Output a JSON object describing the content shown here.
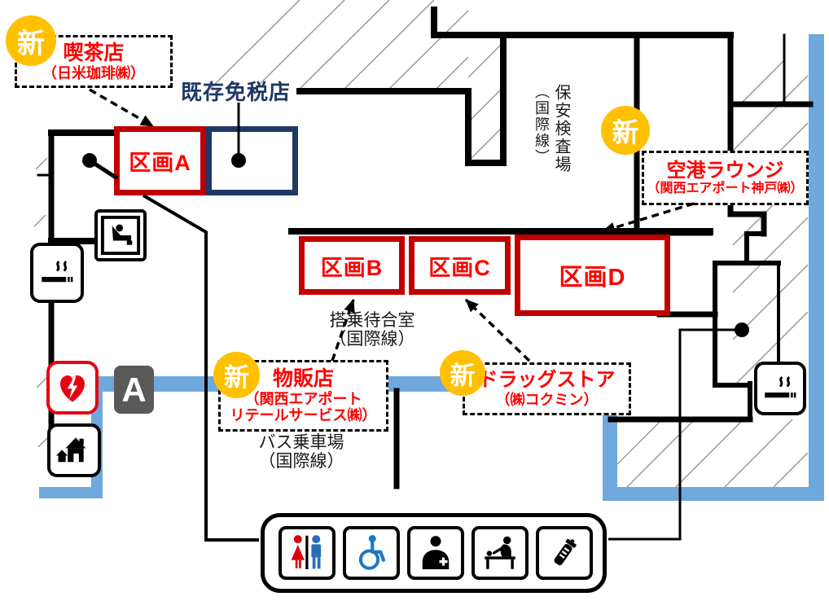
{
  "map": {
    "badge_new": "新",
    "sections": {
      "a": "区画A",
      "b": "区画B",
      "c": "区画C",
      "d": "区画D"
    },
    "callouts": {
      "coffee": {
        "title": "喫茶店",
        "subtitle": "（日米珈琲㈱）"
      },
      "lounge": {
        "title": "空港ラウンジ",
        "subtitle": "（関西エアポート神戸㈱）"
      },
      "retail": {
        "title": "物販店",
        "subtitle_line1": "（関西エアポート",
        "subtitle_line2": "リテールサービス㈱）"
      },
      "drugstore": {
        "title": "ドラッグストア",
        "subtitle": "（㈱コクミン）"
      }
    },
    "labels": {
      "existing_duty_free": "既存免税店",
      "security_check_line1": "保安検査場",
      "security_check_line2": "（国際線）",
      "boarding_room_line1": "搭乗待合室",
      "boarding_room_line2": "（国際線）",
      "bus_stop_line1": "バス乗車場",
      "bus_stop_line2": "（国際線）",
      "bus_stop_letter": "A"
    },
    "icons": {
      "smoking-room": "cigarette-with-smoke",
      "rest-area": "reclining-seat",
      "aed": "heart-with-lightning",
      "bus-stop": "letter-A-badge",
      "shelter-house": "house-silhouettes",
      "restroom": "woman-and-man",
      "wheelchair": "wheelchair-symbol",
      "first-aid": "person-with-cross",
      "baby-changing": "changing-table",
      "nursing-room": "baby-bottle"
    },
    "colors": {
      "new_badge": "#FFC000",
      "highlight_red": "#FF0000",
      "section_border_red": "#C00000",
      "existing_navy": "#1F3864",
      "walkway_blue": "#6FA8DC",
      "icon_red": "#E60012",
      "icon_blue": "#2A6EBB",
      "wheelchair_blue": "#1B79C4",
      "bus_stop_gray": "#595959"
    }
  }
}
